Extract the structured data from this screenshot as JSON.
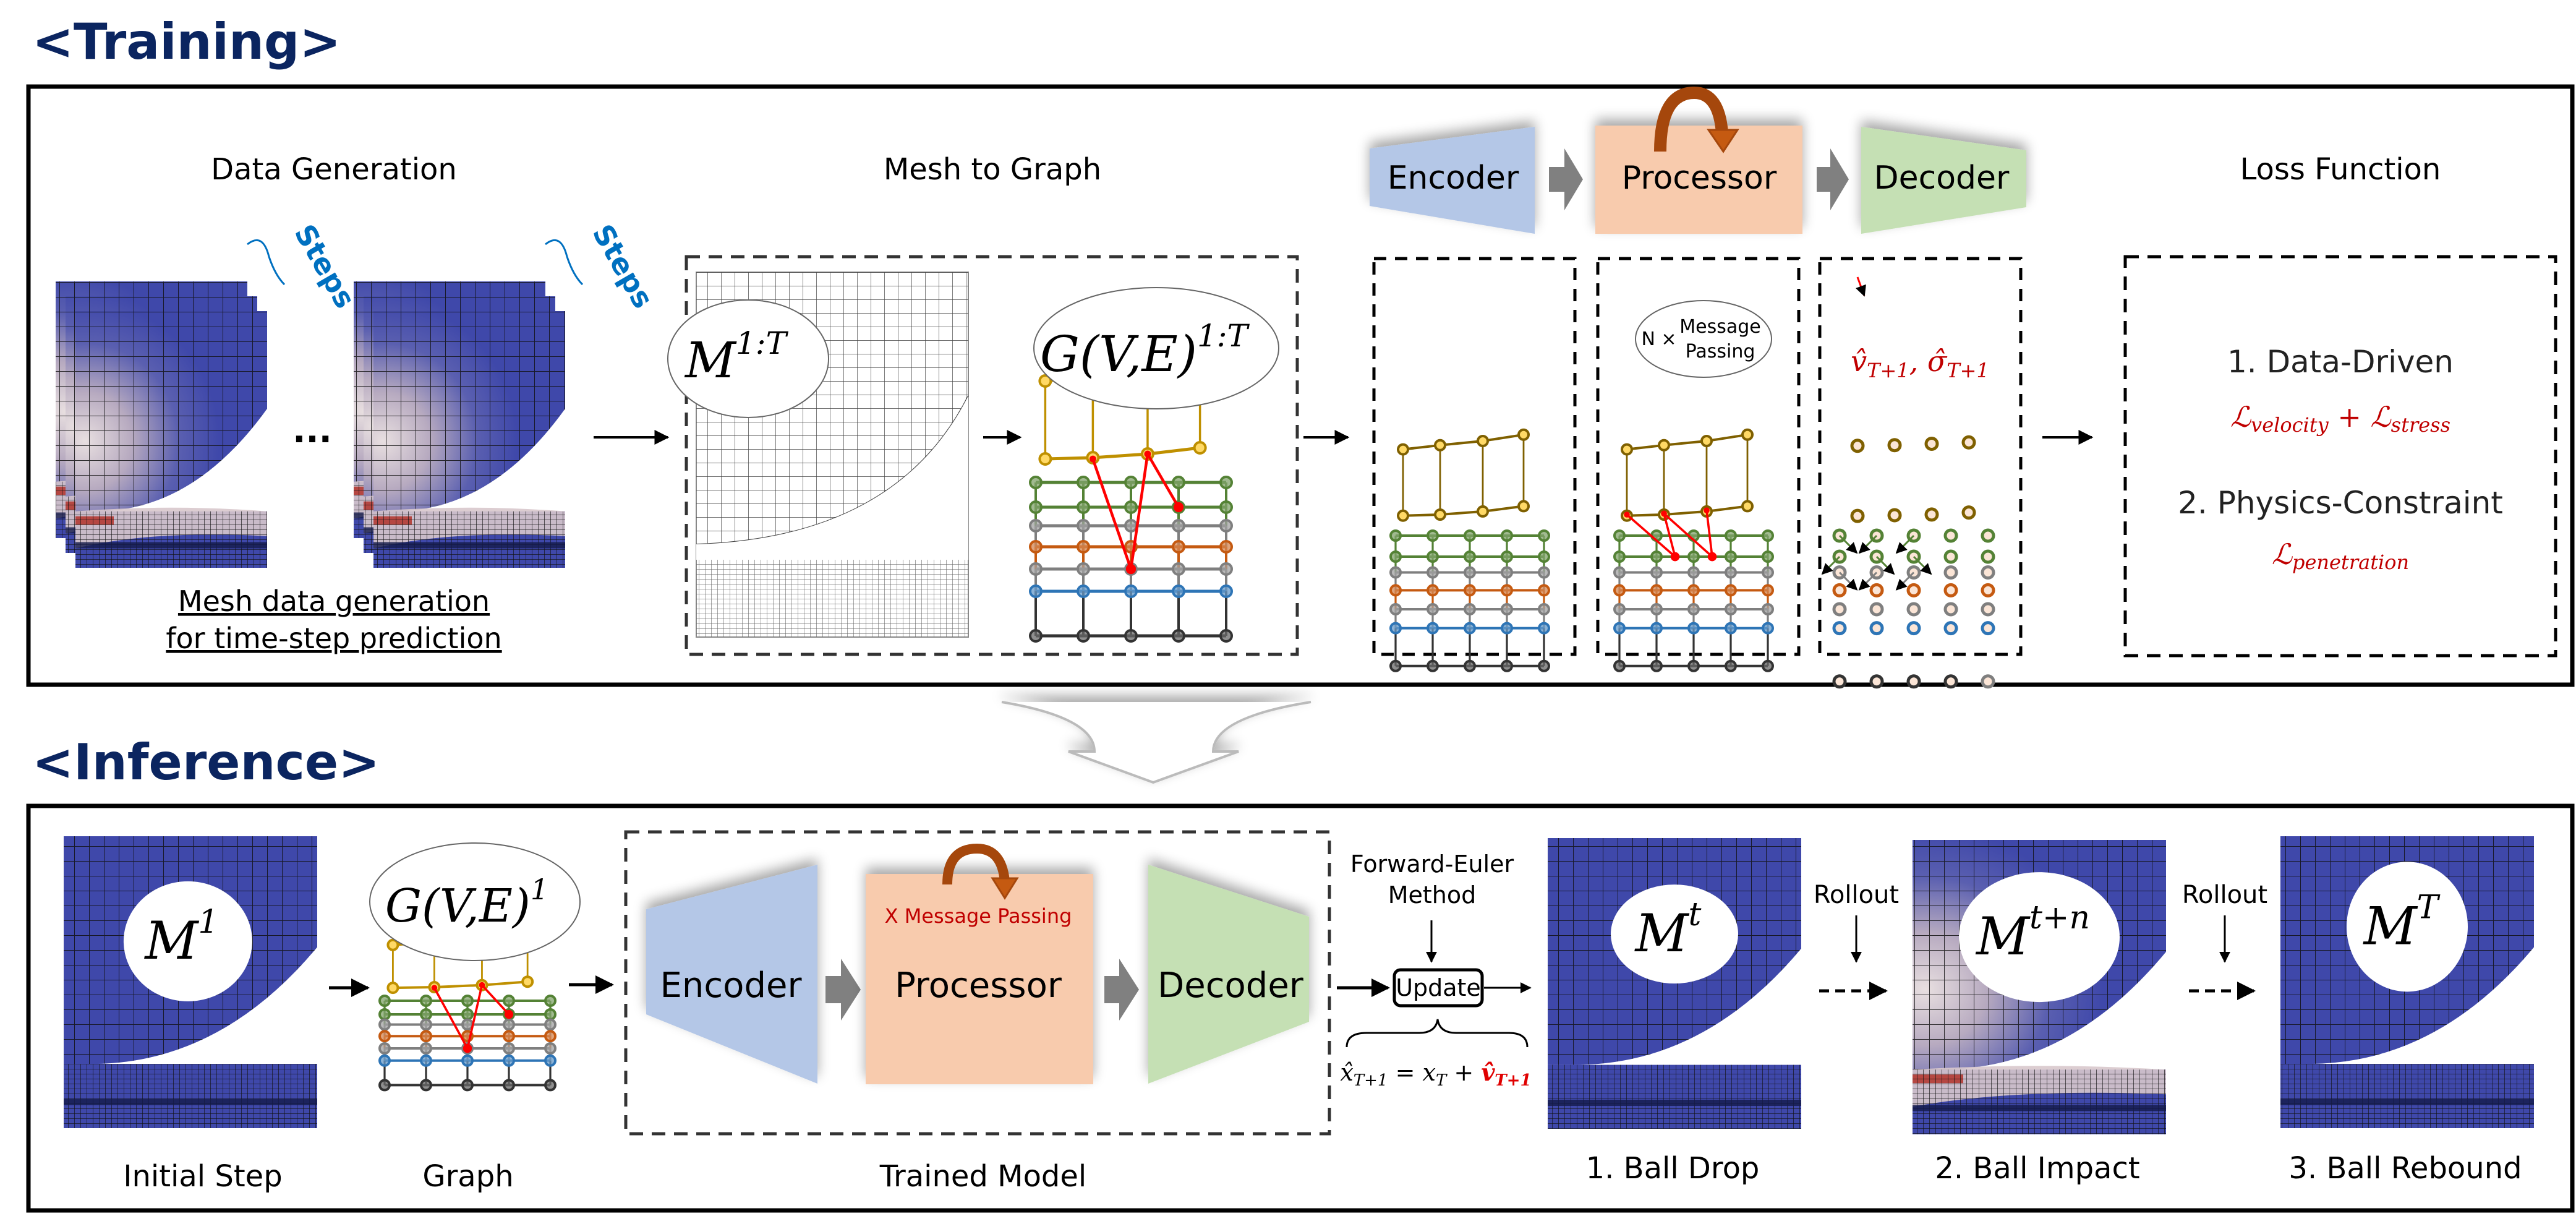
{
  "training": {
    "title": "<Training>",
    "data_generation": {
      "heading": "Data Generation",
      "steps_label": "Steps",
      "ellipsis": "...",
      "caption_line1": "Mesh data generation",
      "caption_line2": "for time-step prediction"
    },
    "mesh_to_graph": {
      "heading": "Mesh to Graph",
      "mesh_label": "M",
      "mesh_sup": "1:T",
      "graph_label": "G(V,E)",
      "graph_sup": "1:T"
    },
    "model": {
      "encoder": "Encoder",
      "processor": "Processor",
      "decoder": "Decoder",
      "message_passing_prefix": "N ×",
      "message_passing_line1": "Message",
      "message_passing_line2": "Passing",
      "prediction": "v̂T+1, σ̂T+1",
      "prediction_v": "v̂",
      "prediction_sigma": "σ̂",
      "prediction_sub": "T+1"
    },
    "loss": {
      "heading": "Loss Function",
      "item1_label": "1. Data-Driven",
      "item1_formula_a": "velocity",
      "item1_formula_b": "stress",
      "item1_plus": "+",
      "item2_label": "2. Physics-Constraint",
      "item2_formula": "penetration",
      "script_L": "ℒ"
    }
  },
  "inference": {
    "title": "<Inference>",
    "initial_step": {
      "label": "Initial Step",
      "mesh_label": "M",
      "mesh_sup": "1"
    },
    "graph": {
      "label": "Graph",
      "graph_label": "G(V,E)",
      "graph_sup": "1"
    },
    "trained_model": {
      "label": "Trained Model",
      "encoder": "Encoder",
      "processor": "Processor",
      "decoder": "Decoder",
      "message_passing": "X Message Passing"
    },
    "update": {
      "method_line1": "Forward-Euler",
      "method_line2": "Method",
      "button": "Update",
      "formula_lhs": "x̂",
      "formula_lhs_sub": "T+1",
      "formula_eq": "=",
      "formula_x": "x",
      "formula_x_sub": "T",
      "formula_plus": "+",
      "formula_v": "v̂",
      "formula_v_sub": "T+1"
    },
    "stages": [
      {
        "label": "1. Ball Drop",
        "mesh_label": "M",
        "mesh_sup": "t"
      },
      {
        "label": "2. Ball Impact",
        "mesh_label": "M",
        "mesh_sup": "t+n"
      },
      {
        "label": "3. Ball Rebound",
        "mesh_label": "M",
        "mesh_sup": "T"
      }
    ],
    "rollout_label": "Rollout"
  },
  "colors": {
    "heading_navy": "#0b2560",
    "steps_blue": "#0070c0",
    "encoder_fill": "#b4c7e7",
    "processor_fill": "#f8cbad",
    "decoder_fill": "#c5e0b4",
    "loop_arrow": "#c55a11",
    "formula_red": "#c00000",
    "mesh_blue": "#3f48aa",
    "gold": "#bf9000",
    "green": "#548235",
    "gray": "#7f7f7f",
    "orange": "#c55a11",
    "steel_blue": "#2e75b6",
    "dark": "#333333",
    "arrow_red": "#ff0000"
  }
}
